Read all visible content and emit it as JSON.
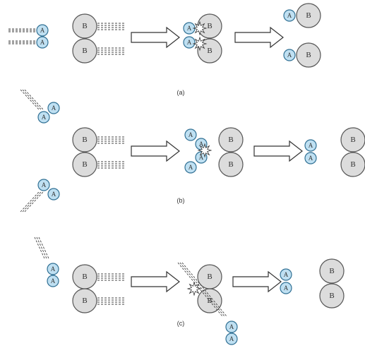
{
  "labels": {
    "small_particle": "A",
    "large_particle": "B"
  },
  "panels": [
    {
      "caption": "(a)"
    },
    {
      "caption": "(b)"
    },
    {
      "caption": "(c)"
    }
  ],
  "colors": {
    "particle_a_fill": "#bfe0f2",
    "particle_a_stroke": "#2f6f93",
    "particle_b_fill": "#dcdcdc",
    "particle_b_stroke": "#555555",
    "arrow_stroke": "#333333",
    "trail": "#444444"
  }
}
